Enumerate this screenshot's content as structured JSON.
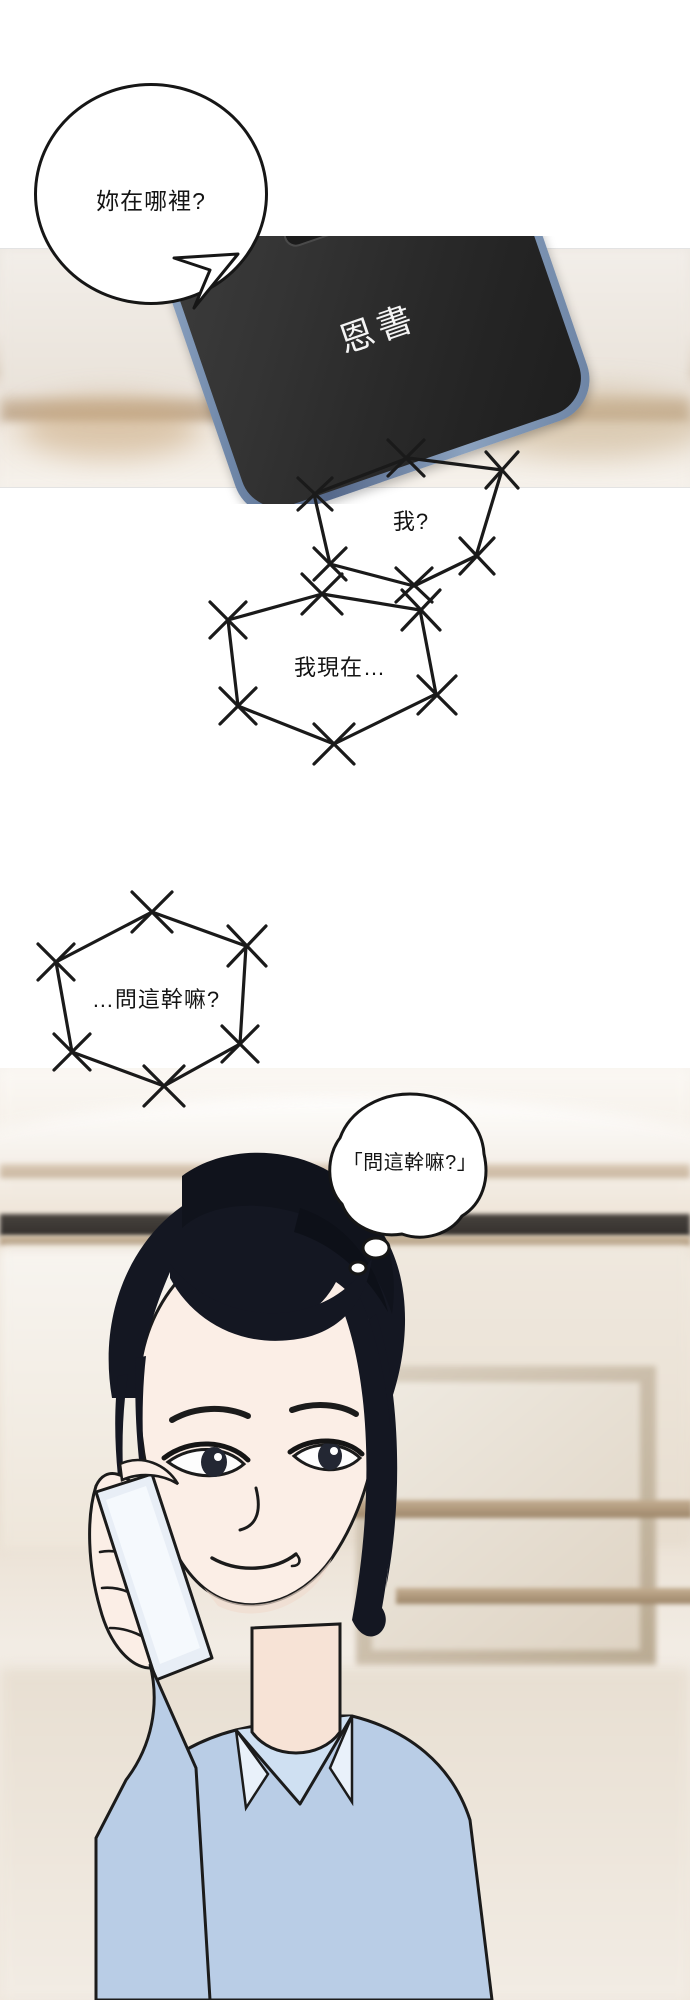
{
  "comic": {
    "title": "webtoon-page",
    "language": "zh-Hant",
    "panels": [
      {
        "id": "panel-phone",
        "description": "blurred room interior with tilted smartphone"
      },
      {
        "id": "panel-hex-bubbles",
        "description": "white panel with stitched hexagonal speech bubbles"
      },
      {
        "id": "panel-character",
        "description": "man holding phone to his ear in a blurred room"
      }
    ]
  },
  "bubbles": {
    "round_top": {
      "name": "speech-bubble-where-are-you",
      "text": "妳在哪裡?",
      "shape": "ellipse",
      "tail": "down-right"
    },
    "hex_me": {
      "name": "speech-bubble-me",
      "text": "我?",
      "shape": "stitched-hexagon"
    },
    "hex_right_now": {
      "name": "speech-bubble-right-now",
      "text": "我現在…",
      "shape": "stitched-hexagon"
    },
    "hex_why_ask": {
      "name": "speech-bubble-why-ask",
      "text": "…問這幹嘛?",
      "shape": "stitched-hexagon"
    },
    "thought_why_ask": {
      "name": "thought-bubble-why-ask",
      "text": "「問這幹嘛?」",
      "shape": "cloud"
    }
  },
  "phone": {
    "name": "smartphone",
    "contact_name": "恩書",
    "frame_color": "#6f87a8",
    "screen_color": "#2a2a2a",
    "contact_text_color": "#f4f4f4"
  },
  "character": {
    "name": "man-on-phone",
    "hair_color": "#141722",
    "skin_color": "#fbeee6",
    "shirt_color": "#aec4e0",
    "phone_color": "#e8eef6"
  },
  "colors": {
    "ink": "#141414",
    "bubble_fill": "#ffffff",
    "bubble_stroke": "#161616",
    "page_background": "#ffffff",
    "room_warm": "#e9ded0",
    "room_light": "#f4efe9"
  }
}
